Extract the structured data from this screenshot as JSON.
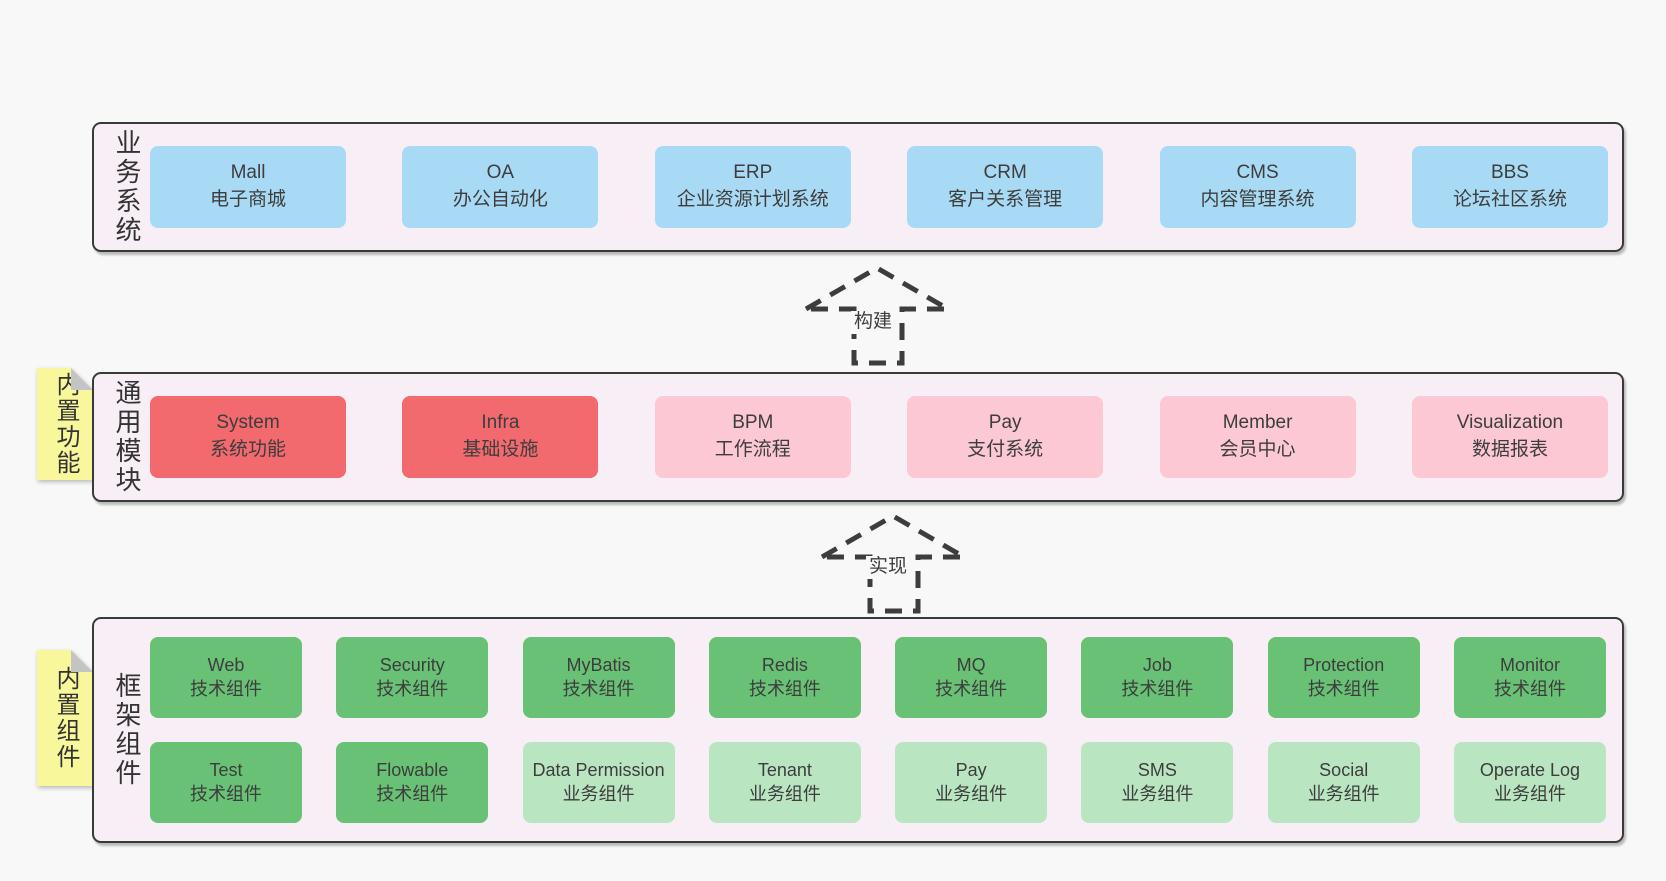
{
  "colors": {
    "page_bg": "#f8f8f8",
    "container_bg": "#f8eef6",
    "container_border": "#3a3a3a",
    "blue_box": "#a9daf5",
    "red_box": "#f2696e",
    "pink_box": "#fbc8d4",
    "green_dark_box": "#68c175",
    "green_light_box": "#b9e5c1",
    "sticky_note_yellow": "#f8f79b",
    "note_fold_gray": "#c4c4c4",
    "text": "#3d3d3d"
  },
  "arrows": [
    {
      "label": "构建"
    },
    {
      "label": "实现"
    }
  ],
  "layers": [
    {
      "label": "业务系统",
      "boxes": [
        {
          "title": "Mall",
          "subtitle": "电子商城"
        },
        {
          "title": "OA",
          "subtitle": "办公自动化"
        },
        {
          "title": "ERP",
          "subtitle": "企业资源计划系统"
        },
        {
          "title": "CRM",
          "subtitle": "客户关系管理"
        },
        {
          "title": "CMS",
          "subtitle": "内容管理系统"
        },
        {
          "title": "BBS",
          "subtitle": "论坛社区系统"
        }
      ]
    },
    {
      "label": "通用模块",
      "note": "内置功能",
      "boxes": [
        {
          "title": "System",
          "subtitle": "系统功能"
        },
        {
          "title": "Infra",
          "subtitle": "基础设施"
        },
        {
          "title": "BPM",
          "subtitle": "工作流程"
        },
        {
          "title": "Pay",
          "subtitle": "支付系统"
        },
        {
          "title": "Member",
          "subtitle": "会员中心"
        },
        {
          "title": "Visualization",
          "subtitle": "数据报表"
        }
      ]
    },
    {
      "label": "框架组件",
      "note": "内置组件",
      "rows": [
        [
          {
            "title": "Web",
            "subtitle": "技术组件"
          },
          {
            "title": "Security",
            "subtitle": "技术组件"
          },
          {
            "title": "MyBatis",
            "subtitle": "技术组件"
          },
          {
            "title": "Redis",
            "subtitle": "技术组件"
          },
          {
            "title": "MQ",
            "subtitle": "技术组件"
          },
          {
            "title": "Job",
            "subtitle": "技术组件"
          },
          {
            "title": "Protection",
            "subtitle": "技术组件"
          },
          {
            "title": "Monitor",
            "subtitle": "技术组件"
          }
        ],
        [
          {
            "title": "Test",
            "subtitle": "技术组件"
          },
          {
            "title": "Flowable",
            "subtitle": "技术组件"
          },
          {
            "title": "Data Permission",
            "subtitle": "业务组件"
          },
          {
            "title": "Tenant",
            "subtitle": "业务组件"
          },
          {
            "title": "Pay",
            "subtitle": "业务组件"
          },
          {
            "title": "SMS",
            "subtitle": "业务组件"
          },
          {
            "title": "Social",
            "subtitle": "业务组件"
          },
          {
            "title": "Operate Log",
            "subtitle": "业务组件"
          }
        ]
      ]
    }
  ]
}
